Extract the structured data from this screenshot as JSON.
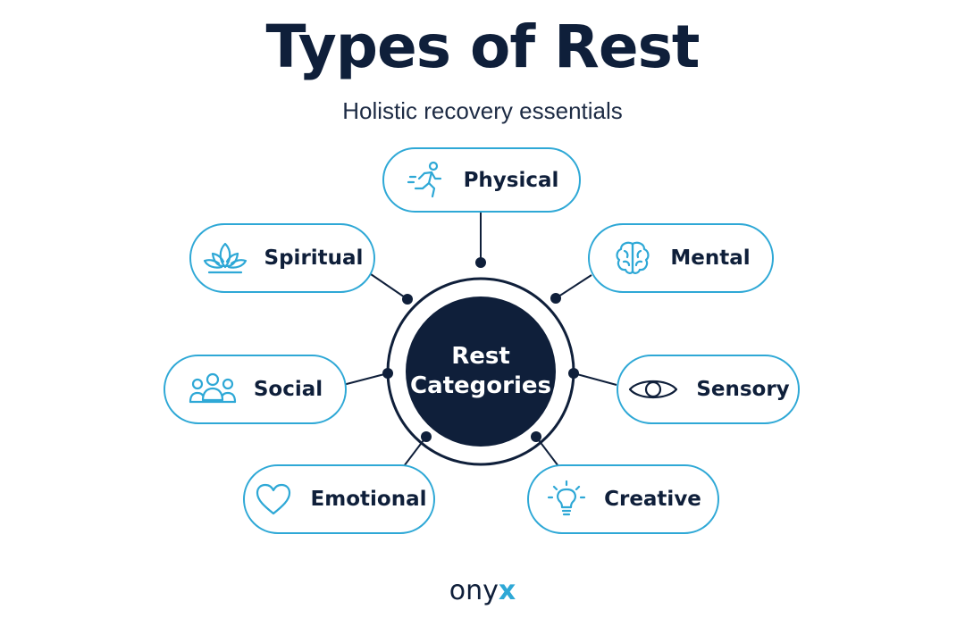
{
  "header": {
    "title": "Types of Rest",
    "subtitle": "Holistic recovery essentials"
  },
  "hub": {
    "line1": "Rest",
    "line2": "Categories"
  },
  "categories": [
    {
      "label": "Physical",
      "icon": "running-person-icon"
    },
    {
      "label": "Mental",
      "icon": "brain-icon"
    },
    {
      "label": "Sensory",
      "icon": "eye-icon"
    },
    {
      "label": "Creative",
      "icon": "lightbulb-icon"
    },
    {
      "label": "Emotional",
      "icon": "heart-icon"
    },
    {
      "label": "Social",
      "icon": "group-icon"
    },
    {
      "label": "Spiritual",
      "icon": "lotus-icon"
    }
  ],
  "logo": {
    "text_main": "ony",
    "text_accent": "x"
  },
  "colors": {
    "accent": "#2ea8d6",
    "dark": "#0f1f3a"
  }
}
